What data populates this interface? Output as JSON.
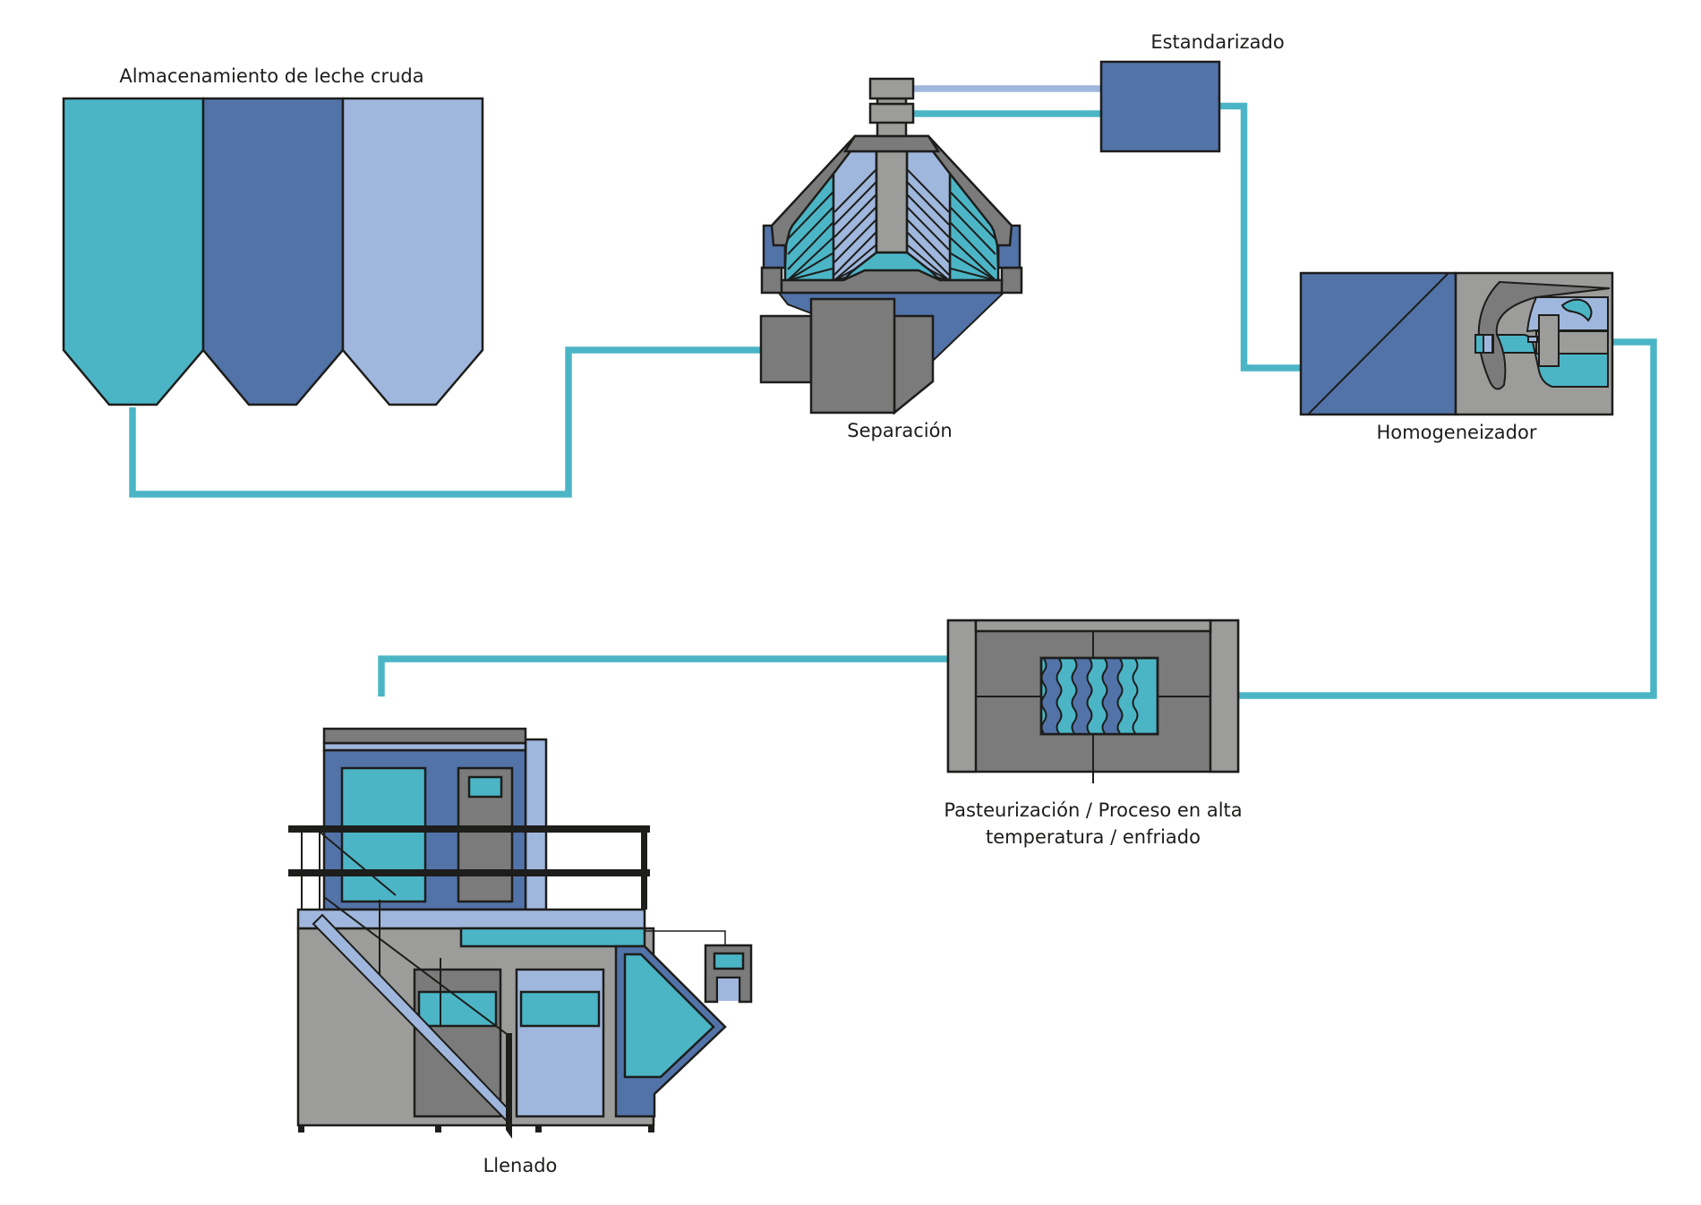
{
  "title": "Proceso de la leche",
  "colors": {
    "teal": "#4bb5c6",
    "blue": "#5273a8",
    "light_blue": "#a0b7dd",
    "gray": "#9c9c9b",
    "dark_gray": "#7b7b7b",
    "outline": "#1d1d1b",
    "pipe_teal": "#4bb5c6",
    "pipe_light": "#a0b7dd"
  },
  "stages": [
    {
      "id": "storage",
      "label": "Almacenamiento de leche cruda",
      "icon": "silo-tanks-icon"
    },
    {
      "id": "separation",
      "label": "Separación",
      "icon": "centrifugal-separator-icon"
    },
    {
      "id": "standardization",
      "label": "Estandarizado",
      "icon": "standardizer-tank-icon"
    },
    {
      "id": "homogenization",
      "label": "Homogeneizador",
      "icon": "homogenizer-icon"
    },
    {
      "id": "pasteurization",
      "label_line1": "Pasteurización / Proceso en alta",
      "label_line2": "temperatura / enfriado",
      "icon": "plate-heat-exchanger-icon"
    },
    {
      "id": "filling",
      "label": "Llenado",
      "icon": "filling-machine-icon"
    }
  ],
  "flow": [
    "storage",
    "separation",
    "standardization",
    "homogenization",
    "pasteurization",
    "filling"
  ]
}
